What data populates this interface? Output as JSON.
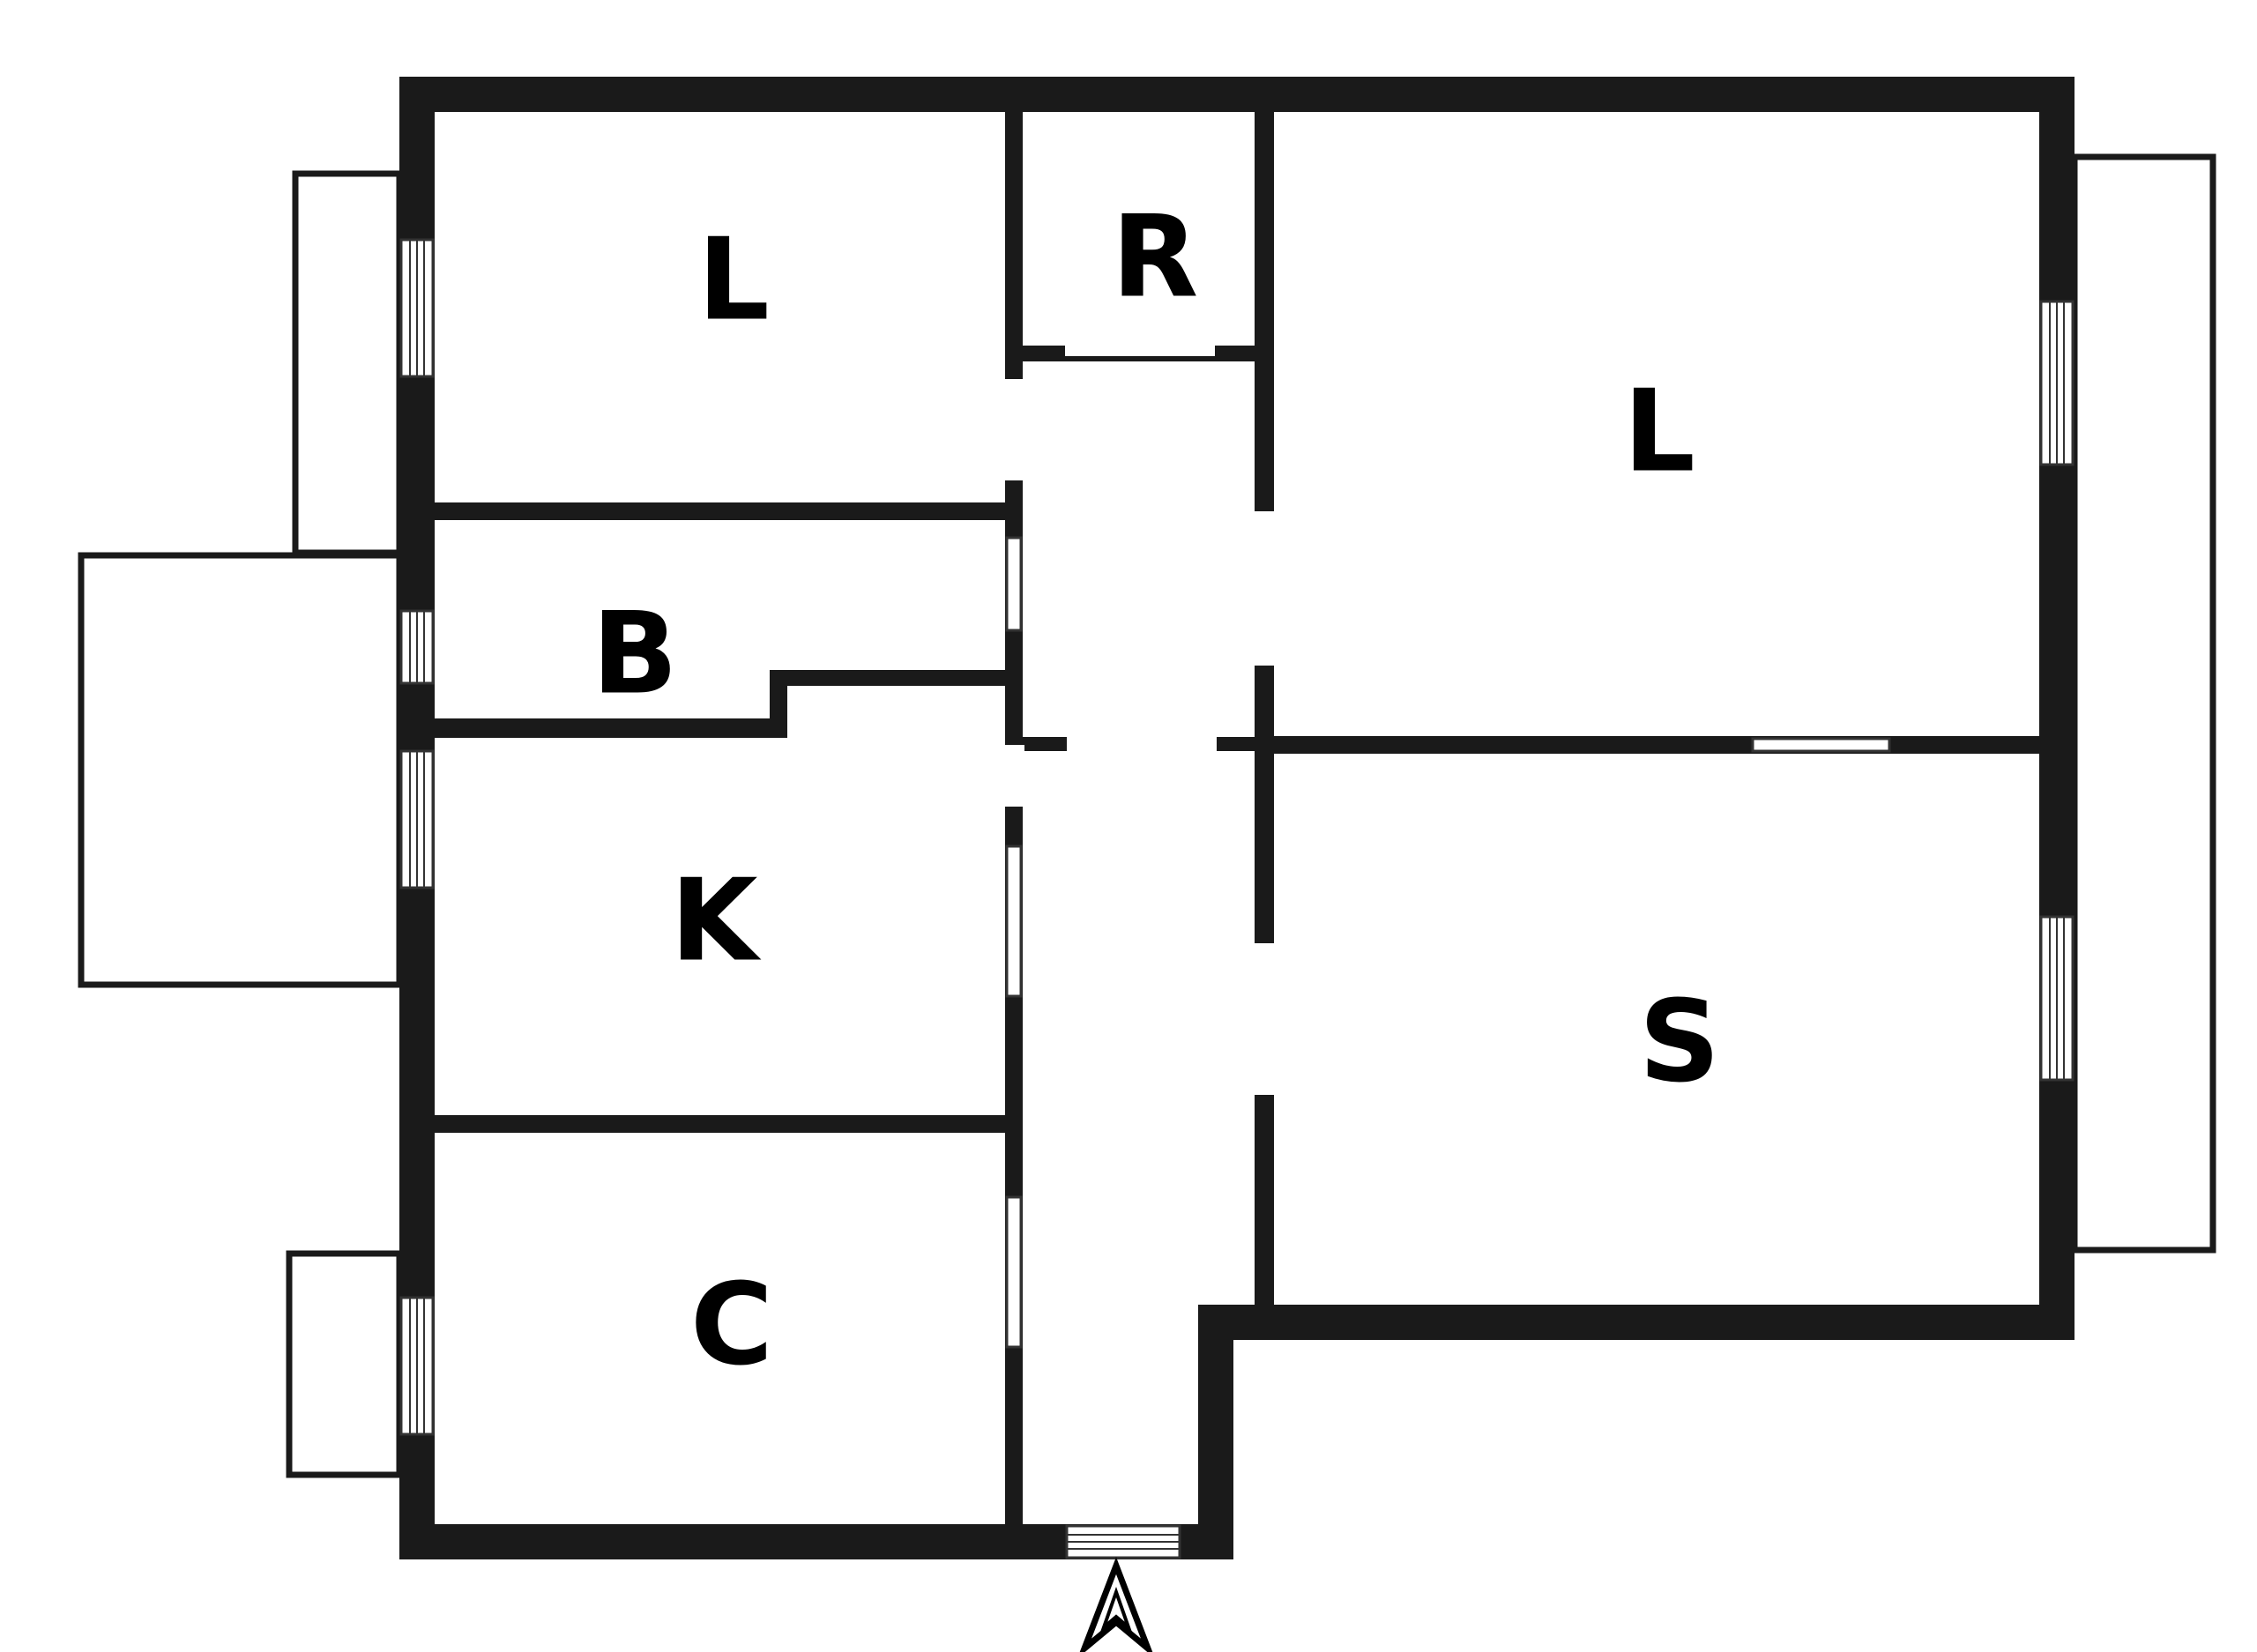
{
  "rooms": {
    "living_left": "L",
    "reserve": "R",
    "living_right": "L",
    "bathroom": "B",
    "kitchen": "K",
    "closet": "C",
    "study": "S"
  },
  "icons": {
    "north_arrow": "north-arrow-icon"
  },
  "colors": {
    "wall": "#1a1a1a",
    "background": "#ffffff",
    "window_line": "#333333"
  }
}
